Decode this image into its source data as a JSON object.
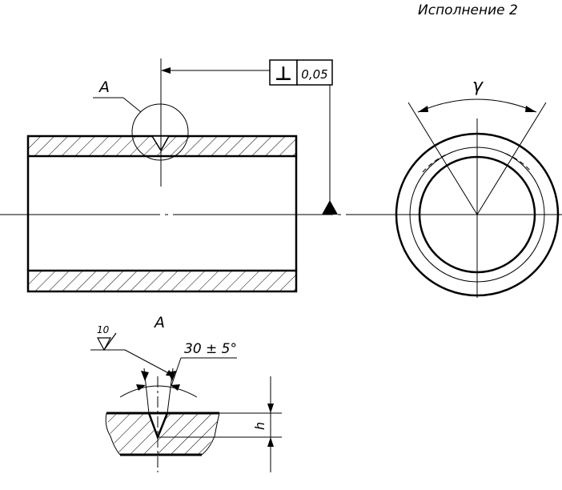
{
  "header": {
    "variant": "Исполнение 2"
  },
  "views": {
    "section": {
      "detail_callout": "A",
      "tolerance_frame": {
        "symbol": "⊥",
        "value": "0,05"
      }
    },
    "end_view": {
      "angle_label": "γ"
    }
  },
  "detail_view": {
    "title": "A",
    "roughness_value": "10",
    "angle_label": "30 ± 5°",
    "depth_label": "h"
  },
  "colors": {
    "ink": "#000000",
    "paper": "#ffffff"
  }
}
